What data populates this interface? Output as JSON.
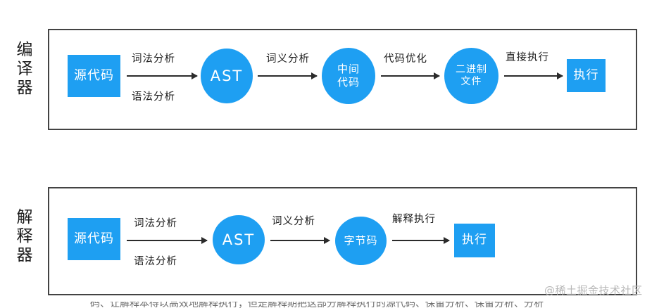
{
  "diagram": {
    "title_hidden": "",
    "accent_color": "#1E9FF2",
    "frame_color": "#434343",
    "arrow_color": "#2b2b2b",
    "rows": [
      {
        "id": "compiler",
        "label_chars": [
          "编",
          "译",
          "器"
        ],
        "label_text": "编译器",
        "nodes": [
          {
            "name": "source-code",
            "shape": "rect",
            "lines": [
              "源代码"
            ]
          },
          {
            "name": "ast",
            "shape": "ellipse",
            "lines": [
              "AST"
            ]
          },
          {
            "name": "intermediate-code",
            "shape": "ellipse",
            "lines": [
              "中间",
              "代码"
            ]
          },
          {
            "name": "binary-file",
            "shape": "ellipse",
            "lines": [
              "二进制",
              "文件"
            ]
          },
          {
            "name": "execute",
            "shape": "rect",
            "lines": [
              "执行"
            ]
          }
        ],
        "arrows": [
          {
            "name": "lexical-syntax",
            "above": "词法分析",
            "below": "语法分析"
          },
          {
            "name": "semantic",
            "above": "词义分析",
            "below": ""
          },
          {
            "name": "code-optimization",
            "above": "代码优化",
            "below": ""
          },
          {
            "name": "direct-execution",
            "above": "直接执行",
            "below": ""
          }
        ]
      },
      {
        "id": "interpreter",
        "label_chars": [
          "解",
          "释",
          "器"
        ],
        "label_text": "解释器",
        "nodes": [
          {
            "name": "source-code",
            "shape": "rect",
            "lines": [
              "源代码"
            ]
          },
          {
            "name": "ast",
            "shape": "ellipse",
            "lines": [
              "AST"
            ]
          },
          {
            "name": "bytecode",
            "shape": "ellipse",
            "lines": [
              "字节码"
            ]
          },
          {
            "name": "execute",
            "shape": "rect",
            "lines": [
              "执行"
            ]
          }
        ],
        "arrows": [
          {
            "name": "lexical-syntax",
            "above": "词法分析",
            "below": "语法分析"
          },
          {
            "name": "semantic",
            "above": "词义分析",
            "below": ""
          },
          {
            "name": "interpreted-execution",
            "above": "解释执行",
            "below": ""
          }
        ]
      }
    ]
  },
  "watermark": {
    "text": "@稀土掘金技术社区"
  },
  "bottom_caption": {
    "text": "码、让解释本得以高效地解释执行；但是解释期把这部分解释执行的源代码、保留分析、保留分析、分析"
  }
}
